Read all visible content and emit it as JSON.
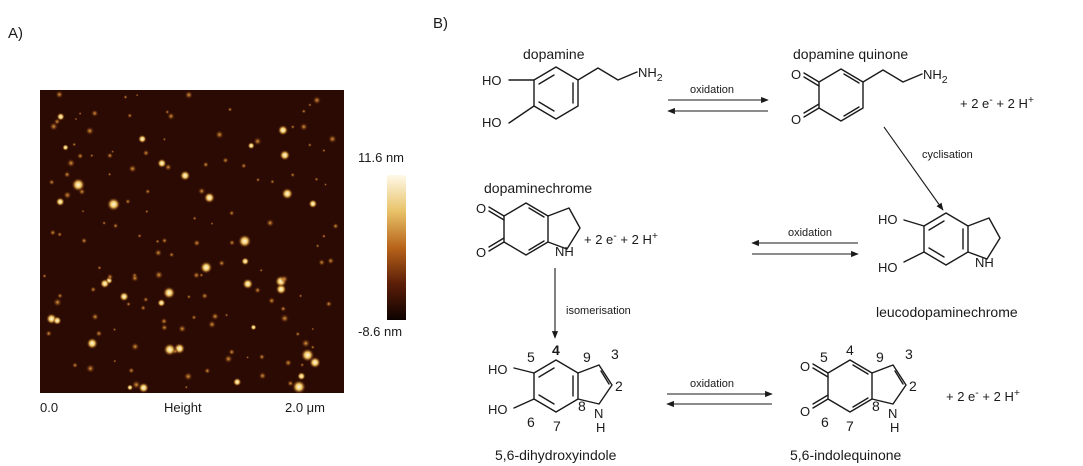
{
  "panel_a": {
    "label": "A)",
    "colorbar": {
      "max_label": "11.6 nm",
      "min_label": "-8.6 nm"
    },
    "axis": {
      "left": "0.0",
      "center": "Height",
      "right": "2.0 μm"
    }
  },
  "panel_b": {
    "label": "B)",
    "molecules": {
      "dopamine": "dopamine",
      "dopamine_quinone": "dopamine quinone",
      "dopaminechrome": "dopaminechrome",
      "leucodopaminechrome": "leucodopaminechrome",
      "dhi": "5,6-dihydroxyindole",
      "indolequinone": "5,6-indolequinone"
    },
    "reactions": {
      "oxidation": "oxidation",
      "cyclisation": "cyclisation",
      "isomerisation": "isomerisation"
    },
    "atoms": {
      "ho": "HO",
      "nh2": "NH",
      "sub2": "2",
      "o": "O",
      "nh": "NH",
      "n": "N",
      "h": "H"
    },
    "electrons": {
      "plus": "+",
      "e": "2 e",
      "minus": "-",
      "h": "2 H",
      "sup": "+"
    },
    "ring_numbers": {
      "n2": "2",
      "n3": "3",
      "n4": "4",
      "n5": "5",
      "n6": "6",
      "n7": "7",
      "n8": "8",
      "n9": "9"
    }
  }
}
